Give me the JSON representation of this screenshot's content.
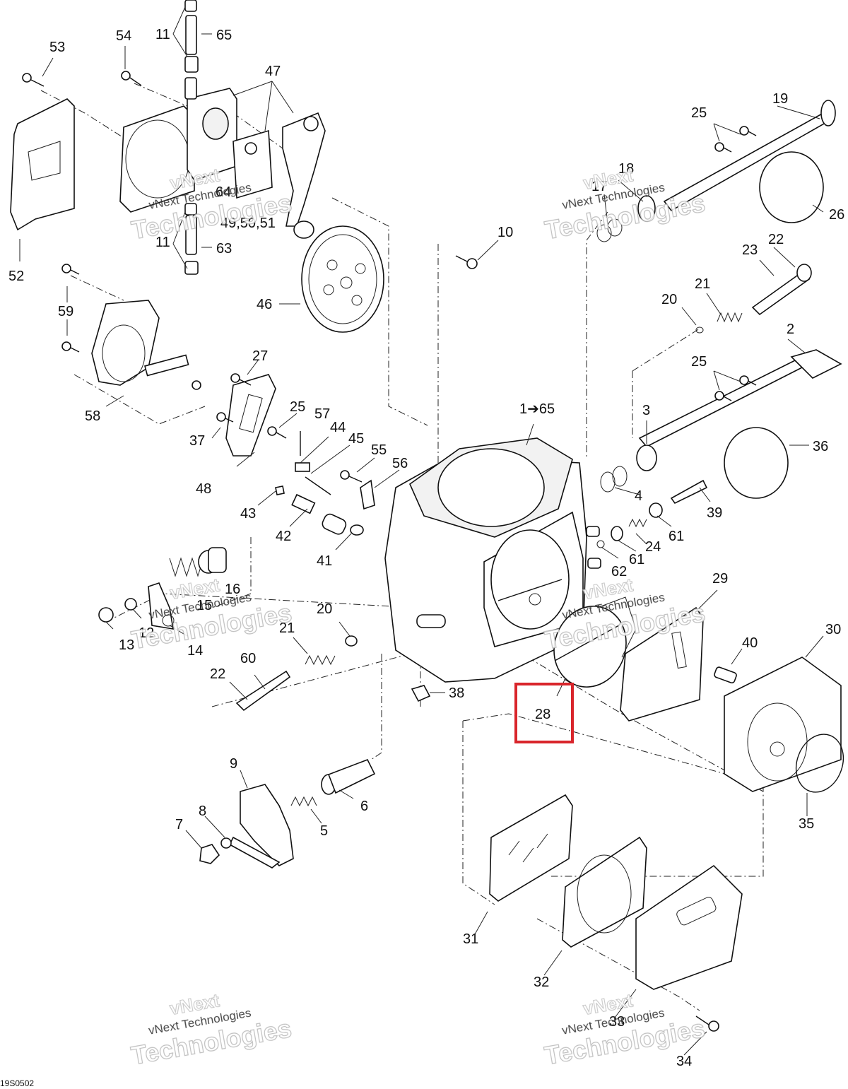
{
  "diagram": {
    "code": "19S0502",
    "highlight_color": "#d9252b",
    "highlighted_callout": "28",
    "callouts": [
      {
        "id": "c53",
        "text": "53"
      },
      {
        "id": "c54",
        "text": "54"
      },
      {
        "id": "c11a",
        "text": "11"
      },
      {
        "id": "c65",
        "text": "65"
      },
      {
        "id": "c47",
        "text": "47"
      },
      {
        "id": "c64",
        "text": "64"
      },
      {
        "id": "c495051",
        "text": "49,50,51"
      },
      {
        "id": "c11b",
        "text": "11"
      },
      {
        "id": "c63",
        "text": "63"
      },
      {
        "id": "c52",
        "text": "52"
      },
      {
        "id": "c59",
        "text": "59"
      },
      {
        "id": "c46",
        "text": "46"
      },
      {
        "id": "c58",
        "text": "58"
      },
      {
        "id": "c27",
        "text": "27"
      },
      {
        "id": "c25a",
        "text": "25"
      },
      {
        "id": "c57",
        "text": "57"
      },
      {
        "id": "c37",
        "text": "37"
      },
      {
        "id": "c44",
        "text": "44"
      },
      {
        "id": "c45",
        "text": "45"
      },
      {
        "id": "c55",
        "text": "55"
      },
      {
        "id": "c56",
        "text": "56"
      },
      {
        "id": "c48",
        "text": "48"
      },
      {
        "id": "c43",
        "text": "43"
      },
      {
        "id": "c42",
        "text": "42"
      },
      {
        "id": "c41",
        "text": "41"
      },
      {
        "id": "c16",
        "text": "16"
      },
      {
        "id": "c15",
        "text": "15"
      },
      {
        "id": "c13",
        "text": "13"
      },
      {
        "id": "c12",
        "text": "12"
      },
      {
        "id": "c14",
        "text": "14"
      },
      {
        "id": "c20a",
        "text": "20"
      },
      {
        "id": "c21a",
        "text": "21"
      },
      {
        "id": "c22a",
        "text": "22"
      },
      {
        "id": "c60",
        "text": "60"
      },
      {
        "id": "c10",
        "text": "10"
      },
      {
        "id": "c1to65",
        "text": "1➔65"
      },
      {
        "id": "c18",
        "text": "18"
      },
      {
        "id": "c17",
        "text": "17"
      },
      {
        "id": "c25b",
        "text": "25"
      },
      {
        "id": "c19",
        "text": "19"
      },
      {
        "id": "c26",
        "text": "26"
      },
      {
        "id": "c23",
        "text": "23"
      },
      {
        "id": "c22b",
        "text": "22"
      },
      {
        "id": "c20b",
        "text": "20"
      },
      {
        "id": "c21b",
        "text": "21"
      },
      {
        "id": "c2",
        "text": "2"
      },
      {
        "id": "c25c",
        "text": "25"
      },
      {
        "id": "c3",
        "text": "3"
      },
      {
        "id": "c36",
        "text": "36"
      },
      {
        "id": "c4",
        "text": "4"
      },
      {
        "id": "c39",
        "text": "39"
      },
      {
        "id": "c61a",
        "text": "61"
      },
      {
        "id": "c24",
        "text": "24"
      },
      {
        "id": "c61b",
        "text": "61"
      },
      {
        "id": "c62",
        "text": "62"
      },
      {
        "id": "c29",
        "text": "29"
      },
      {
        "id": "c30",
        "text": "30"
      },
      {
        "id": "c40",
        "text": "40"
      },
      {
        "id": "c38",
        "text": "38"
      },
      {
        "id": "c28",
        "text": "28"
      },
      {
        "id": "c35",
        "text": "35"
      },
      {
        "id": "c9",
        "text": "9"
      },
      {
        "id": "c6",
        "text": "6"
      },
      {
        "id": "c8",
        "text": "8"
      },
      {
        "id": "c7",
        "text": "7"
      },
      {
        "id": "c5",
        "text": "5"
      },
      {
        "id": "c31",
        "text": "31"
      },
      {
        "id": "c32",
        "text": "32"
      },
      {
        "id": "c33",
        "text": "33"
      },
      {
        "id": "c34",
        "text": "34"
      }
    ]
  },
  "watermark": {
    "line1": "vNext",
    "line2": "vNext Technologies",
    "line3": "Technologies"
  }
}
